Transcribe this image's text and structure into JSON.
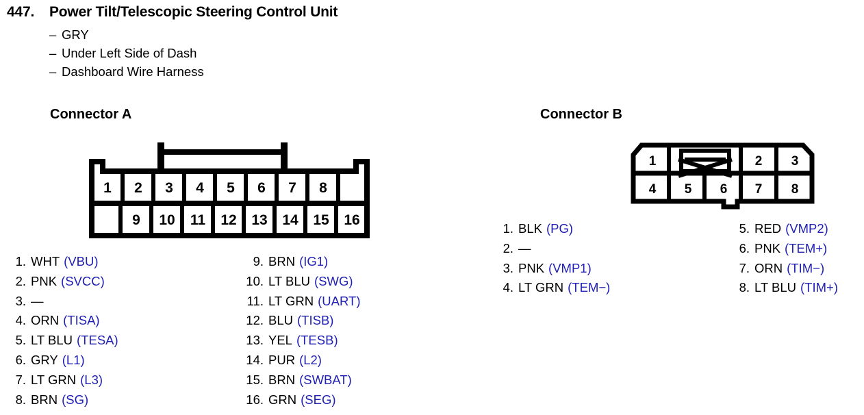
{
  "header": {
    "number": "447.",
    "title": "Power Tilt/Telescopic Steering Control Unit",
    "dash": "–",
    "details": [
      "GRY",
      "Under Left Side of Dash",
      "Dashboard Wire Harness"
    ]
  },
  "colors": {
    "signal_blue": "#2020b4",
    "outline_black": "#000000",
    "background": "#ffffff"
  },
  "connector_a": {
    "heading": "Connector A",
    "diagram": {
      "top_row_pins": [
        "1",
        "2",
        "3",
        "4",
        "5",
        "6",
        "7",
        "8"
      ],
      "bottom_row_pins": [
        "9",
        "10",
        "11",
        "12",
        "13",
        "14",
        "15",
        "16"
      ],
      "shape": "16-way rectangular connector with top latch bracket and corner notches"
    },
    "pins_left": [
      {
        "num": "1.",
        "color": "WHT",
        "signal": "(VBU)"
      },
      {
        "num": "2.",
        "color": "PNK",
        "signal": "(SVCC)"
      },
      {
        "num": "3.",
        "color": "—",
        "signal": ""
      },
      {
        "num": "4.",
        "color": "ORN",
        "signal": "(TISA)"
      },
      {
        "num": "5.",
        "color": "LT BLU",
        "signal": "(TESA)"
      },
      {
        "num": "6.",
        "color": "GRY",
        "signal": "(L1)"
      },
      {
        "num": "7.",
        "color": "LT GRN",
        "signal": "(L3)"
      },
      {
        "num": "8.",
        "color": "BRN",
        "signal": "(SG)"
      }
    ],
    "pins_right": [
      {
        "num": "9.",
        "color": "BRN",
        "signal": "(IG1)"
      },
      {
        "num": "10.",
        "color": "LT BLU",
        "signal": "(SWG)"
      },
      {
        "num": "11.",
        "color": "LT GRN",
        "signal": "(UART)"
      },
      {
        "num": "12.",
        "color": "BLU",
        "signal": "(TISB)"
      },
      {
        "num": "13.",
        "color": "YEL",
        "signal": "(TESB)"
      },
      {
        "num": "14.",
        "color": "PUR",
        "signal": "(L2)"
      },
      {
        "num": "15.",
        "color": "BRN",
        "signal": "(SWBAT)"
      },
      {
        "num": "16.",
        "color": "GRN",
        "signal": "(SEG)"
      }
    ]
  },
  "connector_b": {
    "heading": "Connector B",
    "diagram": {
      "top_row_pins": [
        "1",
        "2",
        "3"
      ],
      "bottom_row_pins": [
        "4",
        "5",
        "6",
        "7",
        "8"
      ],
      "blocked_cell": "keyway-blocked-cell-with-x",
      "shape": "8-way connector with chamfered top corners, blocked keyway cell and bottom locking tab"
    },
    "pins_left": [
      {
        "num": "1.",
        "color": "BLK",
        "signal": "(PG)"
      },
      {
        "num": "2.",
        "color": "—",
        "signal": ""
      },
      {
        "num": "3.",
        "color": "PNK",
        "signal": "(VMP1)"
      },
      {
        "num": "4.",
        "color": "LT GRN",
        "signal": "(TEM−)"
      }
    ],
    "pins_right": [
      {
        "num": "5.",
        "color": "RED",
        "signal": "(VMP2)"
      },
      {
        "num": "6.",
        "color": "PNK",
        "signal": "(TEM+)"
      },
      {
        "num": "7.",
        "color": "ORN",
        "signal": "(TIM−)"
      },
      {
        "num": "8.",
        "color": "LT BLU",
        "signal": "(TIM+)"
      }
    ]
  }
}
